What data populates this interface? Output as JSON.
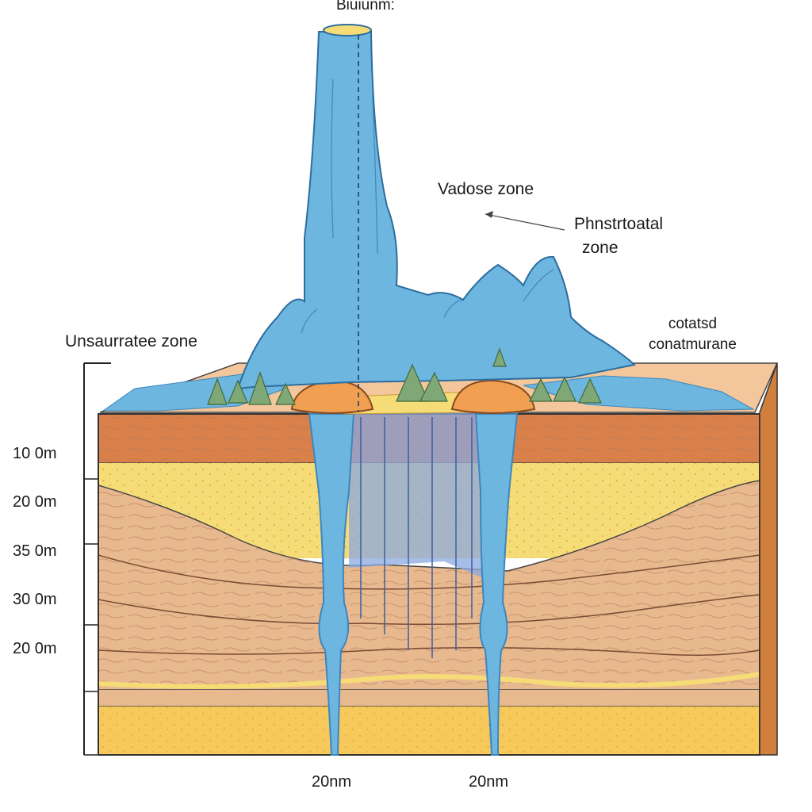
{
  "labels": {
    "title": "Biuiunm:",
    "vadose": "Vadose zone",
    "phreatic_line1": "Phnstrtoatal",
    "phreatic_line2": "zone",
    "unsaturated": "Unsaurratee zone",
    "capillary_line1": "cotatsd",
    "capillary_line2": "conatmurane"
  },
  "depth_labels": [
    "10 0m",
    "20 0m",
    "35 0m",
    "30 0m",
    "20 0m"
  ],
  "bottom_labels": [
    "20nm",
    "20nm"
  ],
  "colors": {
    "water": "#6cb6e0",
    "water_dark": "#3f86bd",
    "soil_orange": "#d9804b",
    "sand_yellow": "#f6dc76",
    "soil_tan": "#e8b98f",
    "tree_green": "#7fa876",
    "frame_side": "#d0803c"
  }
}
